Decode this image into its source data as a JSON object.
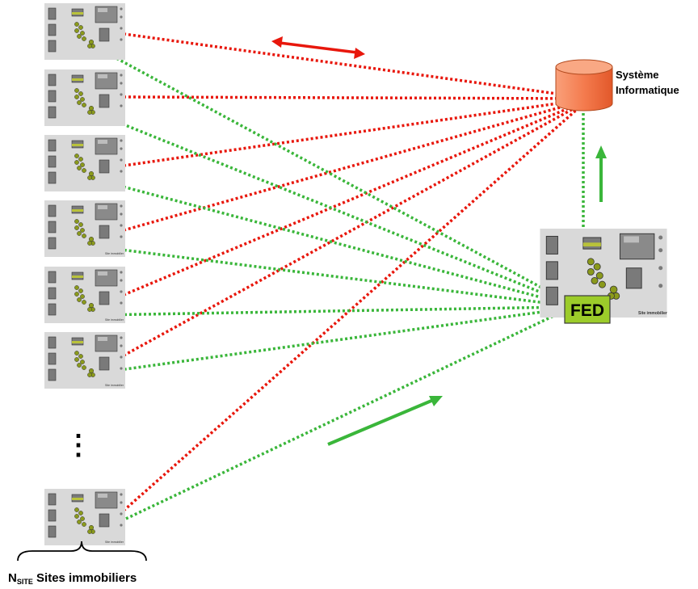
{
  "system": {
    "line1": "Système",
    "line2": "Informatique"
  },
  "hub": {
    "label": "FED",
    "site_caption": "Site immobilier"
  },
  "site_tag": "Site immobilier",
  "ellipsis": "⋮",
  "caption": {
    "prefix": "N",
    "subscript": "SITE",
    "text": " Sites immobiliers"
  },
  "colors": {
    "red_link": "#e8170c",
    "green_link": "#3ab63a",
    "db_fill": "#f47b4e",
    "fed_fill": "#9ccc2a",
    "site_bg": "#d9d9d9",
    "building": "#7a7a7a",
    "foliage": "#8b9a1c"
  }
}
